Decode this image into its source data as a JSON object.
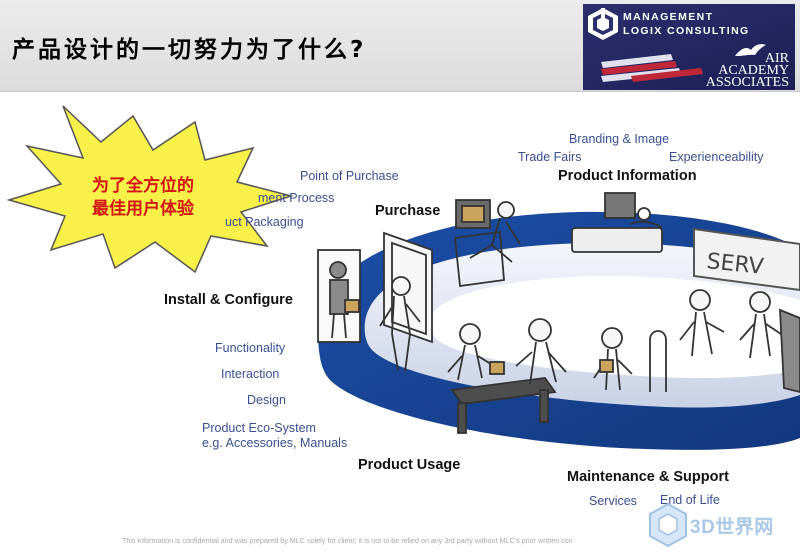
{
  "slide": {
    "title": "产品设计的一切努力为了什么?"
  },
  "logo": {
    "line1": "MANAGEMENT",
    "line2": "LOGIX CONSULTING",
    "air1": "AIR",
    "air2": "ACADEMY",
    "air3": "ASSOCIATES"
  },
  "callout": {
    "line1": "为了全方位的",
    "line2": "最佳用户体验",
    "color": "#d21414",
    "fill": "#f7f14a"
  },
  "diagram": {
    "stages": {
      "product_information": "Product Information",
      "purchase": "Purchase",
      "install_configure": "Install & Configure",
      "product_usage": "Product Usage",
      "maintenance_support": "Maintenance & Support"
    },
    "items": {
      "branding_image": "Branding & Image",
      "trade_fairs": "Trade Fairs",
      "experienceability": "Experienceability",
      "point_of_purchase": "Point of Purchase",
      "procurement_process": "ment Process",
      "product_packaging": "uct Packaging",
      "functionality": "Functionality",
      "interaction": "Interaction",
      "design": "Design",
      "product_ecosystem": "Product Eco-System",
      "accessories_manuals": "e.g. Accessories, Manuals",
      "services": "Services",
      "end_of_life": "End of Life"
    },
    "sign_text": "SERV",
    "label_color": "#3a4f8f"
  },
  "footer": {
    "note": "This information is confidential and was prepared by MLC solely for client; it is not to be relied on any 3rd party without MLC's prior written con",
    "watermark": "3D世界网"
  }
}
